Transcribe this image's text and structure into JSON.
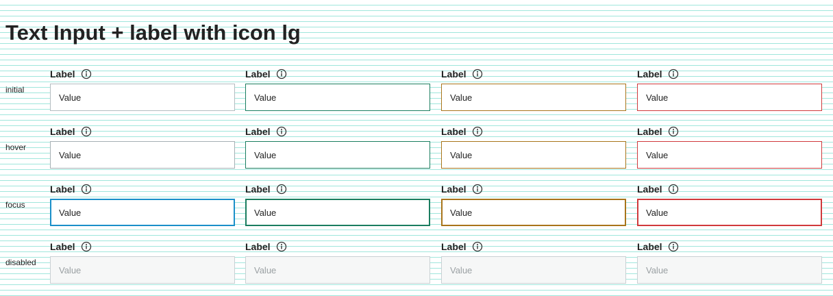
{
  "title": "Text Input + label with icon lg",
  "rows": [
    {
      "state": "initial"
    },
    {
      "state": "hover"
    },
    {
      "state": "focus"
    },
    {
      "state": "disabled"
    }
  ],
  "field": {
    "label": "Label",
    "value": "Value",
    "icon": "info-circle-icon"
  },
  "colors": {
    "default_border": "#b3bcc0",
    "default_focus_border": "#1a8fc9",
    "success_border": "#1a7d5f",
    "warning_border": "#a8741a",
    "error_border": "#d0393b",
    "disabled_bg": "#f6f7f7",
    "disabled_text": "#9aa0a3",
    "guide_lines": "#9fe6dc"
  }
}
